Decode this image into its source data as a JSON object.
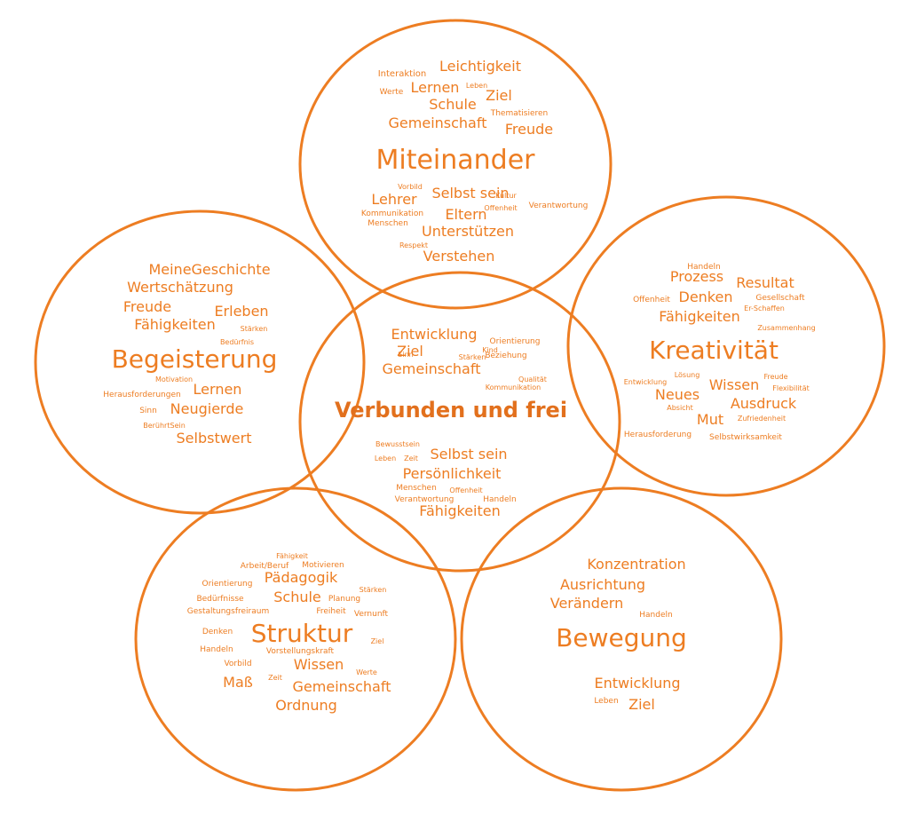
{
  "colors": {
    "accent": "#ed7d22"
  },
  "circles": [
    {
      "id": "top",
      "title": "Miteinander",
      "words": [
        "Interaktion",
        "Leichtigkeit",
        "Werte",
        "Lernen",
        "Leben",
        "Ziel",
        "Schule",
        "Thematisieren",
        "Gemeinschaft",
        "Freude",
        "Vorbild",
        "Lehrer",
        "Selbst sein",
        "Kultur",
        "Kommunikation",
        "Offenheit",
        "Verantwortung",
        "Menschen",
        "Eltern",
        "Unterstützen",
        "Respekt",
        "Verstehen"
      ]
    },
    {
      "id": "left",
      "title": "Begeisterung",
      "words": [
        "MeineGeschichte",
        "Wertschätzung",
        "Freude",
        "Erleben",
        "Fähigkeiten",
        "Stärken",
        "Bedürfnis",
        "Motivation",
        "Herausforderungen",
        "Lernen",
        "Sinn",
        "Neugierde",
        "BerührtSein",
        "Selbstwert"
      ]
    },
    {
      "id": "right",
      "title": "Kreativität",
      "words": [
        "Handeln",
        "Prozess",
        "Resultat",
        "Offenheit",
        "Denken",
        "Gesellschaft",
        "Er-Schaffen",
        "Fähigkeiten",
        "Zusammenhang",
        "Lösung",
        "Freude",
        "Entwicklung",
        "Wissen",
        "Flexibilität",
        "Neues",
        "Absicht",
        "Ausdruck",
        "Mut",
        "Zufriedenheit",
        "Herausforderung",
        "Selbstwirksamkeit"
      ]
    },
    {
      "id": "center",
      "title": "Verbunden und frei",
      "words": [
        "Entwicklung",
        "Orientierung",
        "Kind",
        "Ziel",
        "Sinn",
        "Stärken",
        "Beziehung",
        "Gemeinschaft",
        "Qualität",
        "Kommunikation",
        "Bewusstsein",
        "Selbst sein",
        "Leben",
        "Zeit",
        "Persönlichkeit",
        "Menschen",
        "Offenheit",
        "Verantwortung",
        "Handeln",
        "Fähigkeiten"
      ]
    },
    {
      "id": "bottom-left",
      "title": "Struktur",
      "words": [
        "Fähigkeit",
        "Arbeit/Beruf",
        "Motivieren",
        "Orientierung",
        "Pädagogik",
        "Stärken",
        "Bedürfnisse",
        "Schule",
        "Planung",
        "Gestaltungsfreiraum",
        "Freiheit",
        "Vernunft",
        "Denken",
        "Ziel",
        "Handeln",
        "Vorstellungskraft",
        "Vorbild",
        "Wissen",
        "Werte",
        "Maß",
        "Zeit",
        "Gemeinschaft",
        "Ordnung"
      ]
    },
    {
      "id": "bottom-right",
      "title": "Bewegung",
      "words": [
        "Konzentration",
        "Ausrichtung",
        "Verändern",
        "Handeln",
        "Entwicklung",
        "Leben",
        "Ziel"
      ]
    }
  ]
}
